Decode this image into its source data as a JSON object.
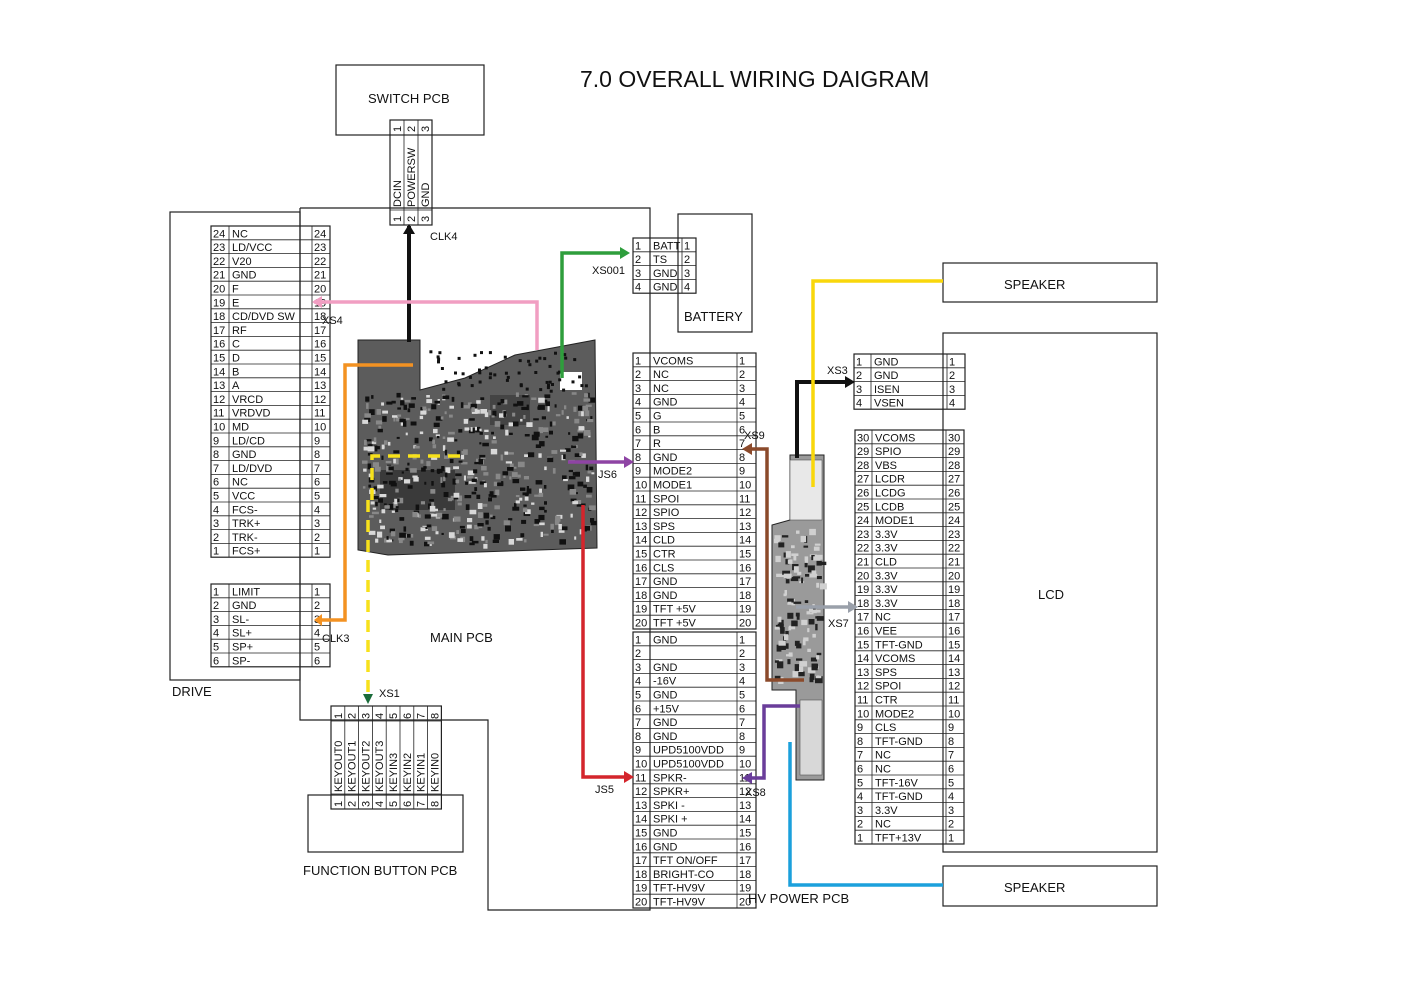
{
  "title": "7.0 OVERALL WIRING DAIGRAM",
  "boards": {
    "switch_pcb": "SWITCH PCB",
    "battery": "BATTERY",
    "speaker_top": "SPEAKER",
    "speaker_bottom": "SPEAKER",
    "lcd": "LCD",
    "main_pcb": "MAIN PCB",
    "drive": "DRIVE",
    "function_button_pcb": "FUNCTION BUTTON PCB",
    "hv_power_pcb": "HV POWER PCB"
  },
  "connector_labels": {
    "clk4": "CLK4",
    "xs001": "XS001",
    "xs4": "XS4",
    "clk3": "CLK3",
    "xs1": "XS1",
    "js6": "JS6",
    "js5": "JS5",
    "xs9": "XS9",
    "xs8": "XS8",
    "xs3": "XS3",
    "xs7": "XS7"
  },
  "connectors": {
    "switch": [
      "DCIN",
      "POWERSW",
      "GND"
    ],
    "battery": [
      "BATT",
      "TS",
      "GND",
      "GND"
    ],
    "drive_main": [
      "NC",
      "LD/VCC",
      "V20",
      "GND",
      "F",
      "E",
      "CD/DVD SW",
      "RF",
      "C",
      "D",
      "B",
      "A",
      "VRCD",
      "VRDVD",
      "MD",
      "LD/CD",
      "GND",
      "LD/DVD",
      "NC",
      "VCC",
      "FCS-",
      "TRK+",
      "TRK-",
      "FCS+"
    ],
    "drive_motor": [
      "LIMIT",
      "GND",
      "SL-",
      "SL+",
      "SP+",
      "SP-"
    ],
    "function": [
      "KEYOUT0",
      "KEYOUT1",
      "KEYOUT2",
      "KEYOUT3",
      "KEYIN3",
      "KEYIN2",
      "KEYIN1",
      "KEYIN0"
    ],
    "js6": [
      "VCOMS",
      "NC",
      "NC",
      "GND",
      "G",
      "B",
      "R",
      "GND",
      "MODE2",
      "MODE1",
      "SPOI",
      "SPIO",
      "SPS",
      "CLD",
      "CTR",
      "CLS",
      "GND",
      "GND",
      "TFT +5V",
      "TFT +5V"
    ],
    "js5": [
      "GND",
      "",
      "GND",
      "-16V",
      "GND",
      "+15V",
      "GND",
      "GND",
      "UPD5100VDD",
      "UPD5100VDD",
      "SPKR-",
      "SPKR+",
      "SPKI -",
      "SPKI +",
      "GND",
      "GND",
      "TFT ON/OFF",
      "BRIGHT-CO",
      "TFT-HV9V",
      "TFT-HV9V"
    ],
    "xs3": [
      "GND",
      "GND",
      "ISEN",
      "VSEN"
    ],
    "lcd": [
      "VCOMS",
      "SPIO",
      "VBS",
      "LCDR",
      "LCDG",
      "LCDB",
      "MODE1",
      "3.3V",
      "3.3V",
      "CLD",
      "3.3V",
      "3.3V",
      "3.3V",
      "NC",
      "VEE",
      "TFT-GND",
      "VCOMS",
      "SPS",
      "SPOI",
      "CTR",
      "MODE2",
      "CLS",
      "TFT-GND",
      "NC",
      "NC",
      "TFT-16V",
      "TFT-GND",
      "3.3V",
      "NC",
      "TFT+13V"
    ]
  },
  "wire_colors": {
    "clk4": "#111111",
    "xs4": "#f19ec2",
    "xs001": "#2e9e3c",
    "clk3": "#f39222",
    "xs1": "#f7e11b",
    "js6": "#8e44a4",
    "js5": "#d4252c",
    "xs9": "#8b4a2b",
    "xs8": "#6a3d9a",
    "xs3": "#111111",
    "speaker_top": "#f9d70b",
    "xs7": "#9aa0aa",
    "speaker_bottom": "#1ba0dc"
  }
}
